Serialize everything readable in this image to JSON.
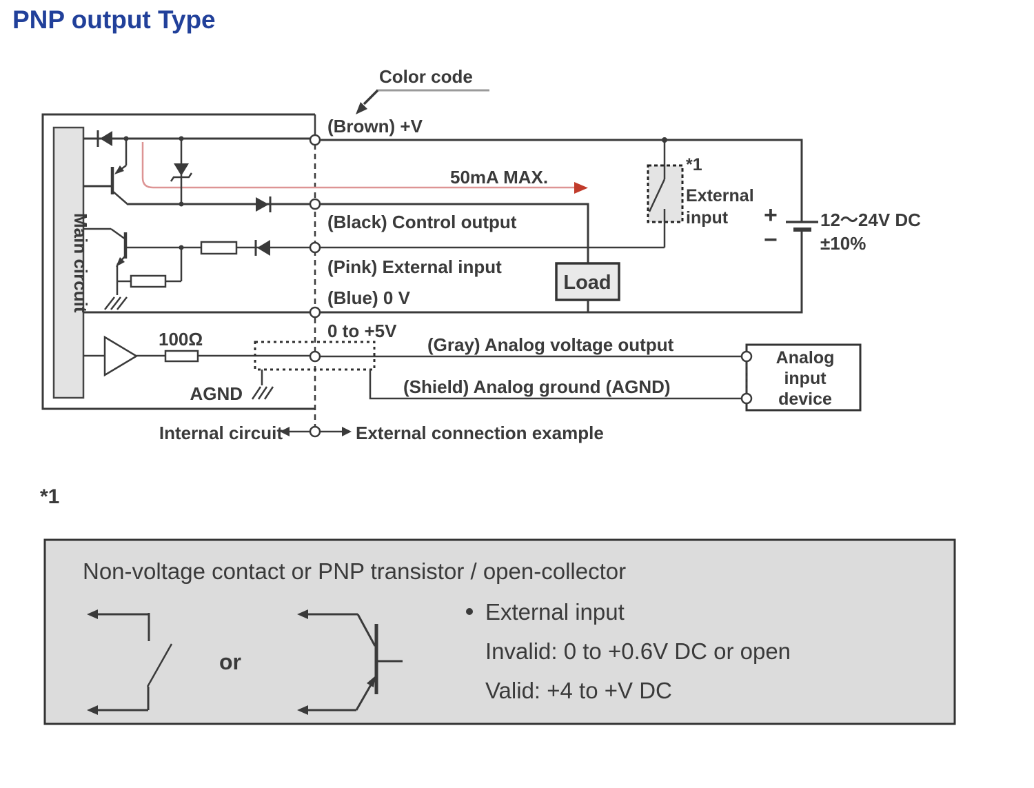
{
  "page": {
    "title": "PNP output Type"
  },
  "diagram": {
    "color_code_label": "Color code",
    "main_circuit_label": "Main circuit",
    "wires": {
      "brown": "(Brown) +V",
      "current_limit": "50mA MAX.",
      "black": "(Black) Control output",
      "pink": "(Pink) External input",
      "blue": "(Blue) 0 V",
      "analog_range": "0 to +5V",
      "gray": "(Gray) Analog voltage output",
      "shield": "(Shield) Analog ground (AGND)"
    },
    "resistor_value": "100Ω",
    "agnd_label": "AGND",
    "load_label": "Load",
    "external_input_switch": {
      "note_ref": "*1",
      "line1": "External",
      "line2": "input"
    },
    "power": {
      "plus": "+",
      "minus": "−",
      "voltage": "12～24V DC",
      "tolerance": "±10%"
    },
    "analog_device": {
      "line1": "Analog",
      "line2": "input",
      "line3": "device"
    },
    "legend": {
      "internal": "Internal circuit",
      "external": "External connection example"
    }
  },
  "note": {
    "ref": "*1",
    "title": "Non-voltage contact or PNP transistor / open-collector",
    "or_label": "or",
    "items": [
      "External input",
      "Invalid: 0 to +0.6V DC or open",
      "Valid: +4 to +V DC"
    ]
  },
  "colors": {
    "accent": "#21409a",
    "line": "#3a3a3a",
    "current_arrow_line": "#dd9494",
    "current_arrow_head": "#c13b2b",
    "panel_bg": "#dcdcdc",
    "box_bg": "#e3e3e3"
  }
}
